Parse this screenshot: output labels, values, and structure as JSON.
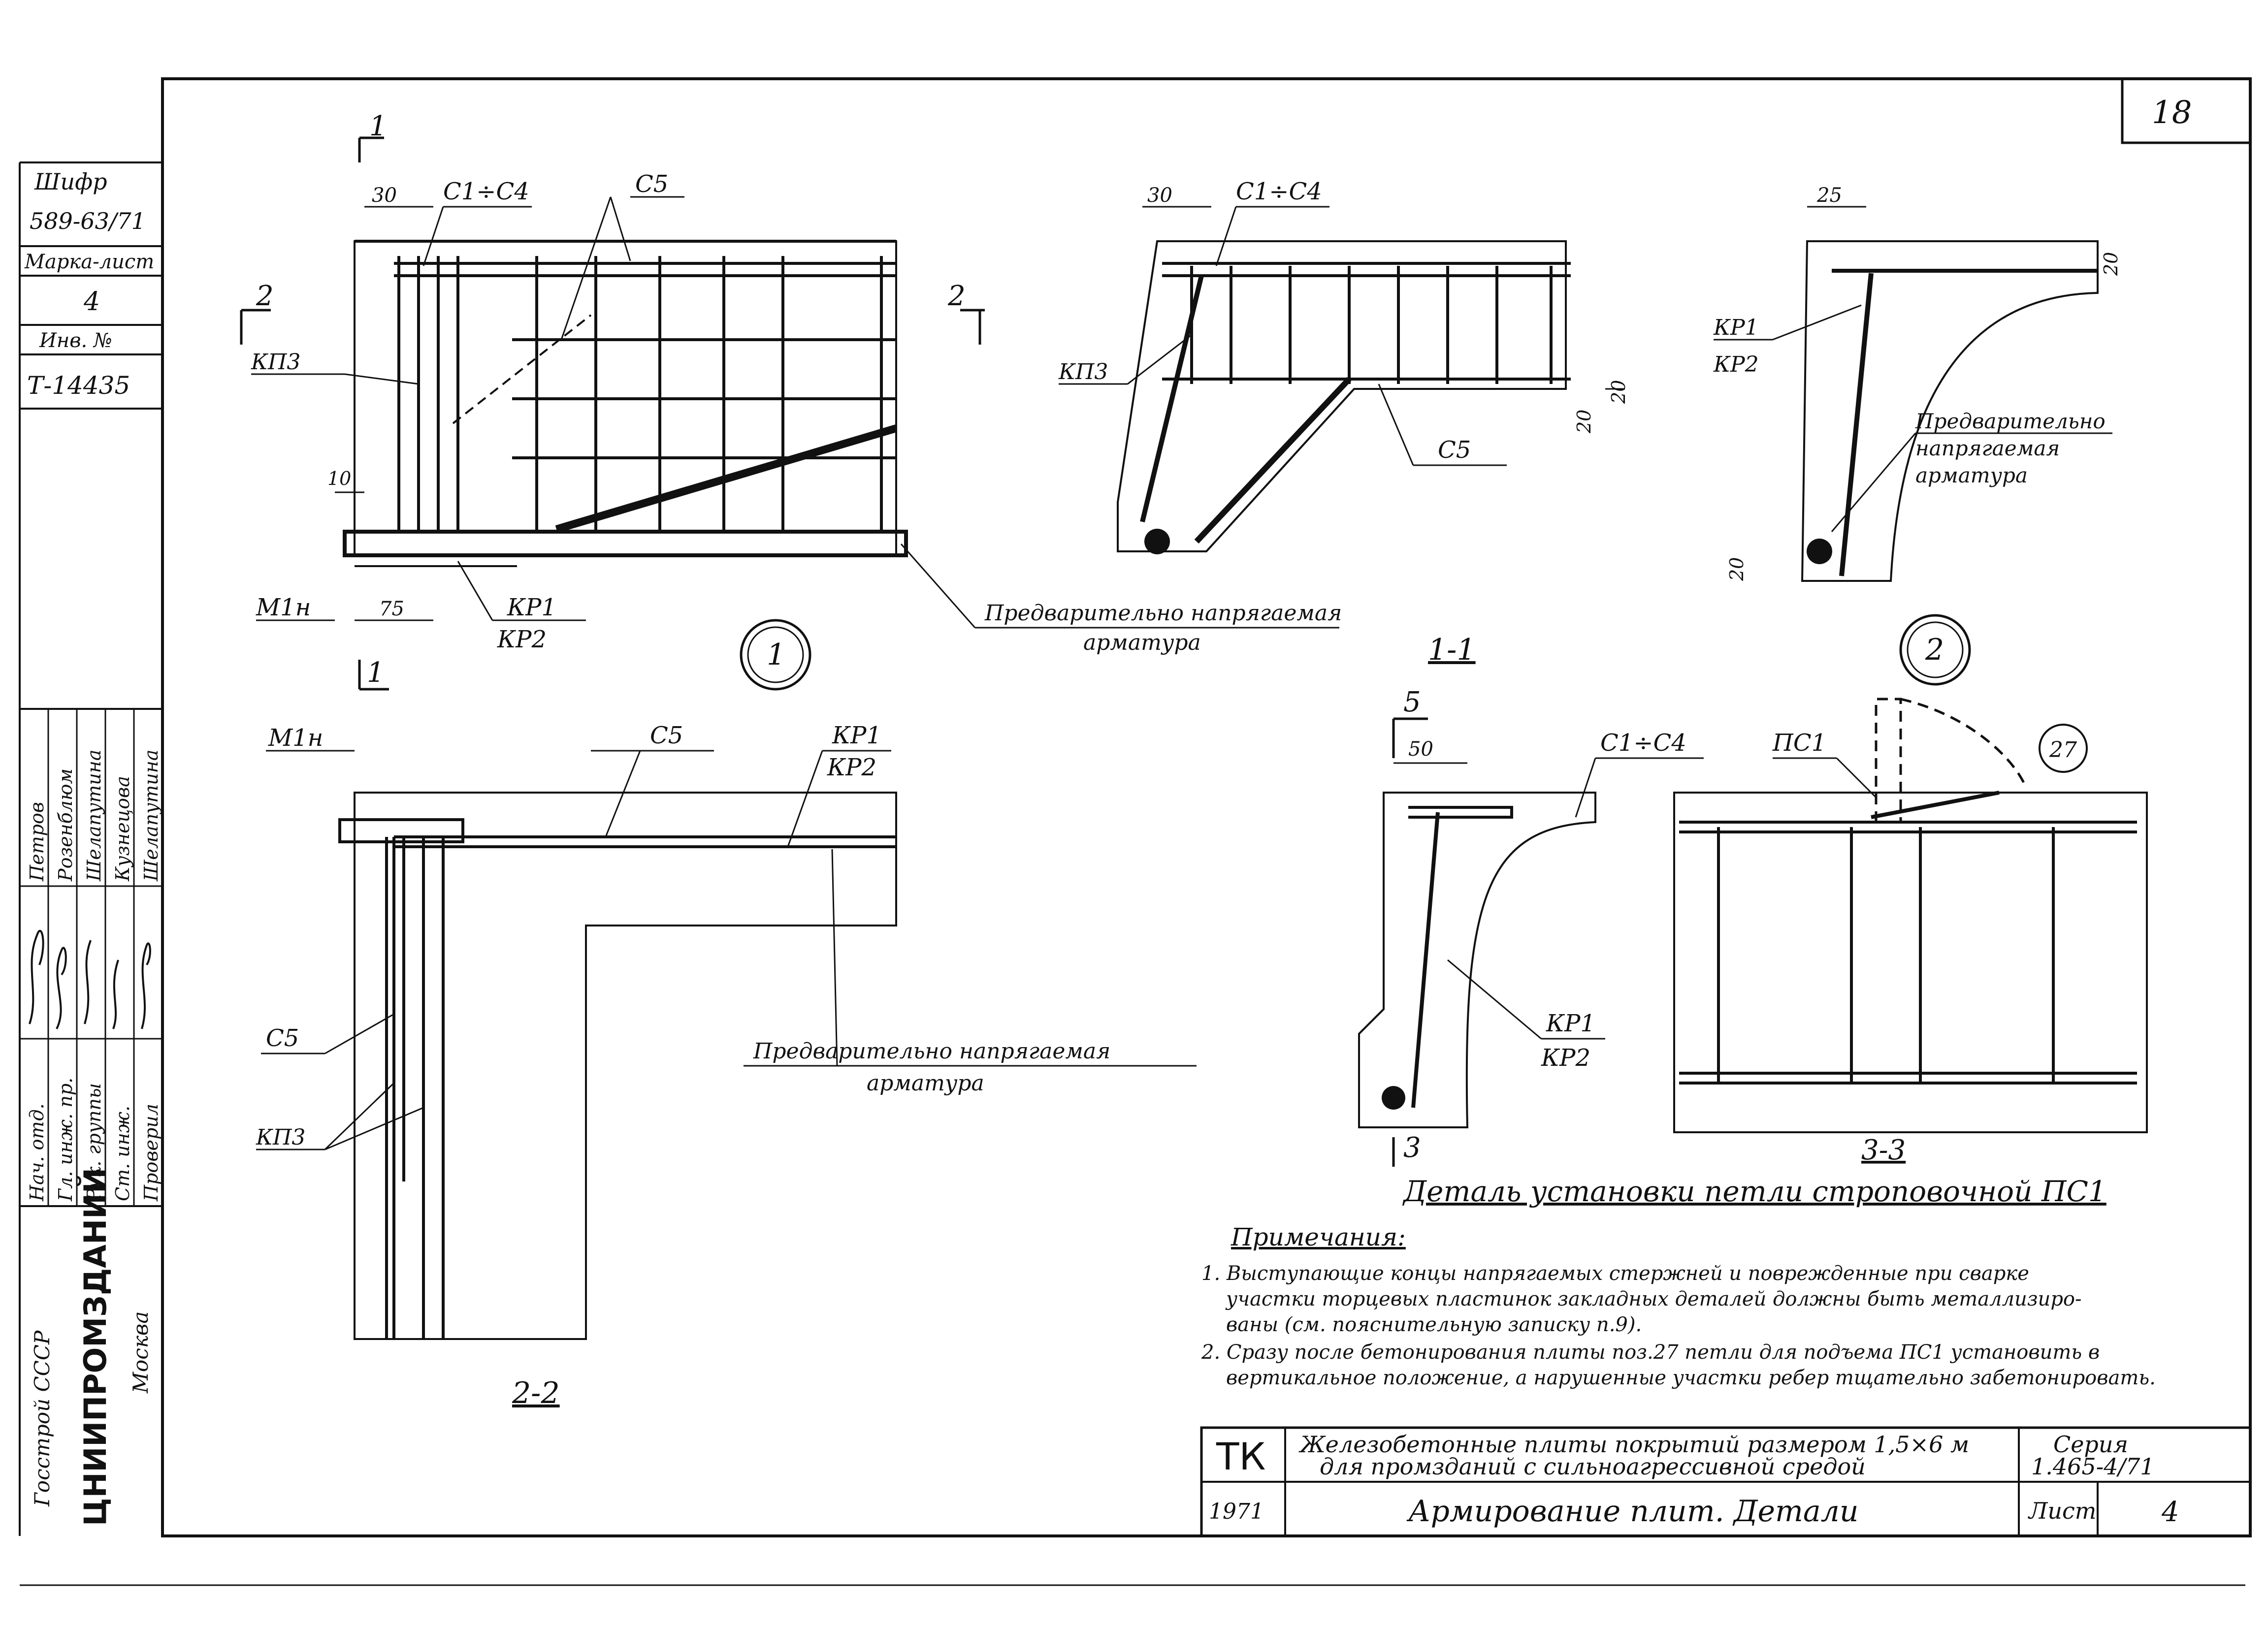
{
  "sheet": {
    "page_number": "18",
    "sheet_no": "4",
    "sheet_label": "Лист",
    "series_label": "Серия",
    "series_value": "1.465-4/71",
    "year": "1971",
    "org_short": "ТК",
    "title_line1": "Железобетонные плиты покрытий размером 1,5×6 м",
    "title_line2": "для промзданий с сильноагрессивной средой",
    "drawing_title": "Армирование плит. Детали"
  },
  "side_stamp": {
    "cipher_label": "Шифр",
    "cipher_value": "589-63/71",
    "mark_label": "Марка-лист",
    "mark_value": "4",
    "inv_label": "Инв. №",
    "inv_value": "Т-14435",
    "roles": [
      "Нач. отд.",
      "Гл. инж. пр.",
      "Рук. группы",
      "Ст. инж.",
      "Проверил"
    ],
    "names": [
      "Петров",
      "Розенблюм",
      "Шелапутина",
      "Кузнецова",
      "Шелапутина"
    ],
    "org_gosstroy": "Госстрой СССР",
    "org_name": "ЦНИИПРОМЗДАНИЙ",
    "org_city": "Москва"
  },
  "labels": {
    "c1c4": "С1÷С4",
    "c5": "С5",
    "kp3": "КП3",
    "kp1": "КР1",
    "kp2": "КР2",
    "m1n": "М1н",
    "pc1": "ПС1",
    "pos27": "27",
    "prestress_a": "Предварительно напрягаемая",
    "prestress_b": "арматура",
    "prestress_2a": "Предварительно",
    "prestress_2b": "напрягаемая",
    "prestress_2c": "арматура",
    "node1": "1",
    "node2": "2",
    "dim30": "30",
    "dim25": "25",
    "dim20": "20",
    "dim10": "10",
    "dim75": "75",
    "dim50": "50",
    "mark1": "1",
    "mark2": "2",
    "mark3": "3",
    "mark5": "5"
  },
  "sections": {
    "s11": "1-1",
    "s22": "2-2",
    "s33": "3-3",
    "detail_title": "Деталь установки петли строповочной ПС1"
  },
  "notes": {
    "heading": "Примечания:",
    "n1_l1": "1. Выступающие концы напрягаемых стержней и поврежденные при сварке",
    "n1_l2": "участки торцевых пластинок закладных деталей должны быть металлизиро-",
    "n1_l3": "ваны (см. пояснительную записку п.9).",
    "n2_l1": "2. Сразу после бетонирования плиты поз.27 петли для подъема ПС1 установить в",
    "n2_l2": "вертикальное положение, а нарушенные участки ребер тщательно забетонировать."
  }
}
